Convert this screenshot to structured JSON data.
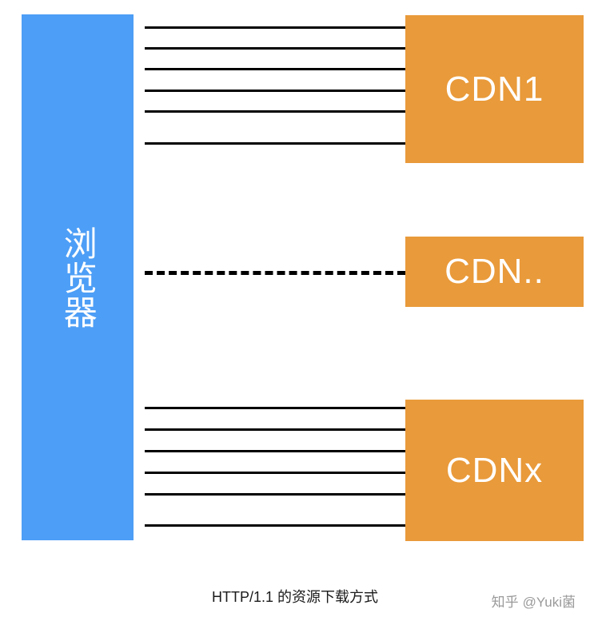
{
  "diagram": {
    "title": "HTTP/1.1 的资源下载方式",
    "browser": {
      "label": "浏览器",
      "color": "#4d9ef6"
    },
    "nodes": [
      {
        "id": "cdn1",
        "label": "CDN1",
        "color": "#e99a3a"
      },
      {
        "id": "cdn2",
        "label": "CDN..",
        "color": "#e99a3a"
      },
      {
        "id": "cdn3",
        "label": "CDNx",
        "color": "#e99a3a"
      }
    ],
    "connections": {
      "top_group": {
        "count": 6,
        "style": "solid",
        "tops": [
          33,
          59,
          85,
          112,
          138,
          178
        ]
      },
      "middle": {
        "count": 1,
        "style": "dashed",
        "tops": [
          339
        ]
      },
      "bottom_group": {
        "count": 6,
        "style": "solid",
        "tops": [
          509,
          536,
          563,
          590,
          617,
          656
        ]
      }
    }
  },
  "watermark": {
    "logo": "知乎",
    "text": "@Yuki菌"
  }
}
